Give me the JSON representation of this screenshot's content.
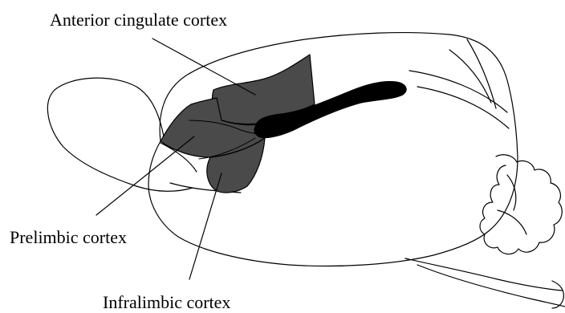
{
  "labels": {
    "anterior_cingulate": "Anterior cingulate cortex",
    "prelimbic": "Prelimbic cortex",
    "infralimbic": "Infralimbic cortex"
  },
  "colors": {
    "outline": "#000000",
    "region_fill": "#4a4a4a",
    "corpus_callosum": "#000000",
    "background": "#ffffff"
  }
}
